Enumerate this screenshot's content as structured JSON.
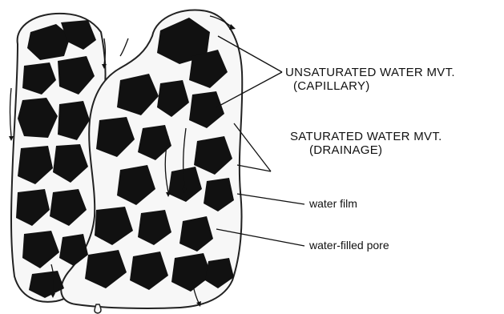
{
  "labels": {
    "unsaturated": {
      "line1": "UNSATURATED WATER MVT.",
      "line2": "(CAPILLARY)"
    },
    "saturated": {
      "line1": "SATURATED WATER MVT.",
      "line2": "(DRAINAGE)"
    },
    "water_film": "water film",
    "water_filled_pore": "water-filled pore"
  },
  "colors": {
    "particle": "#111111",
    "water": "#f7f7f7",
    "outline": "#222222",
    "text": "#111111"
  }
}
